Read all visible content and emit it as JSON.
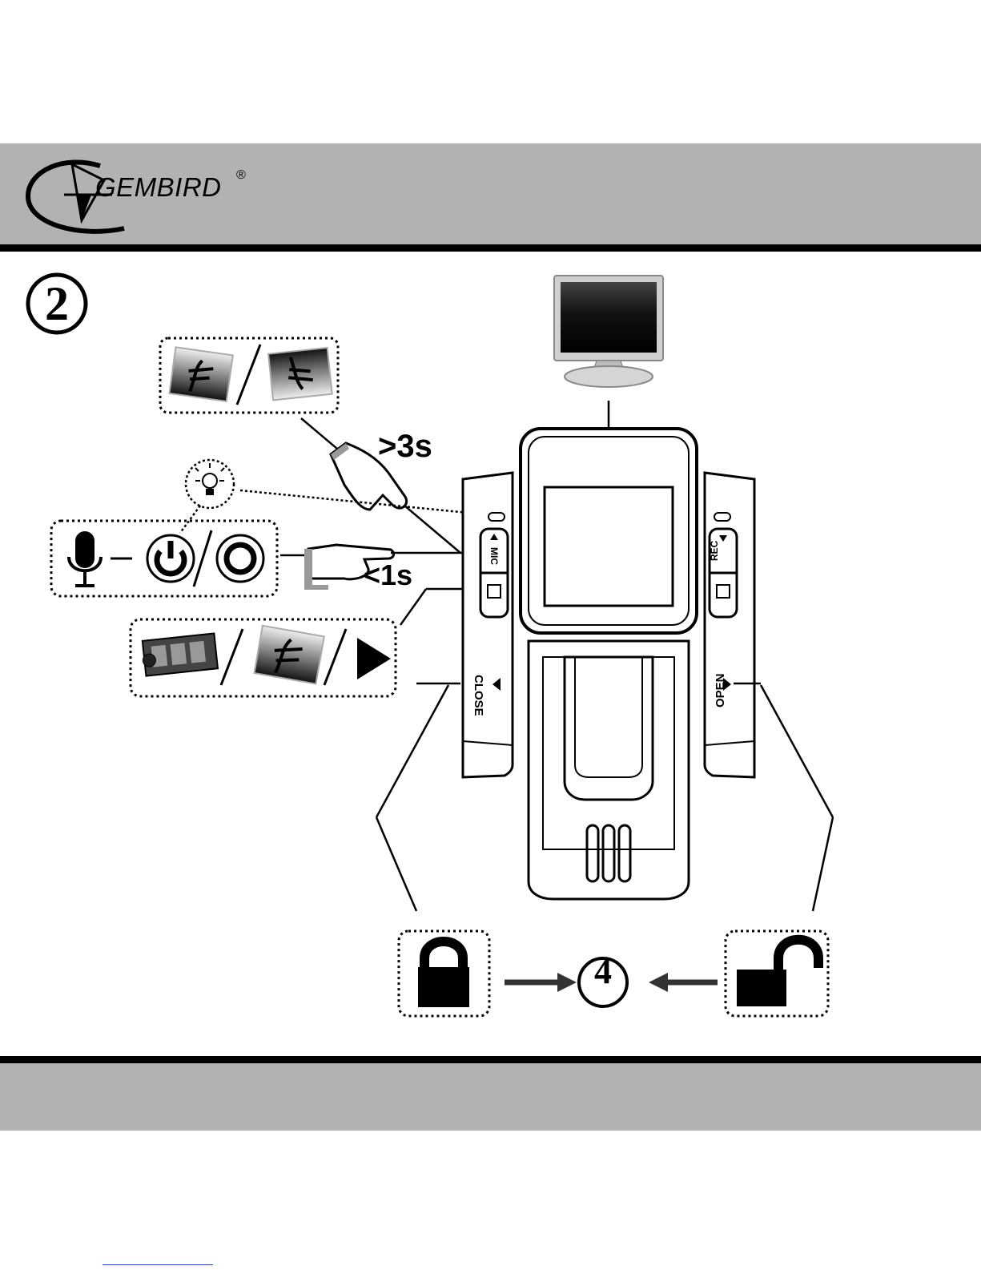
{
  "brand": {
    "name": "GEMBIRD",
    "registered": "®"
  },
  "steps": {
    "main": "2",
    "lock_result": "4"
  },
  "labels": {
    "hold_long": ">3s",
    "press_short": "<1s",
    "close": "CLOSE",
    "open": "OPEN"
  },
  "buttons": {
    "mic": "MIC",
    "rec": "REC"
  },
  "colors": {
    "band": "#b2b2b2",
    "line": "#000000",
    "link": "#2b3bd0"
  },
  "icons": [
    "rotate-photo-icon",
    "flip-photo-icon",
    "hand-pointer-icon",
    "light-bulb-icon",
    "microphone-icon",
    "power-icon",
    "record-circle-icon",
    "film-strip-icon",
    "photo-icon",
    "play-icon",
    "lock-closed-icon",
    "lock-open-icon",
    "monitor-icon",
    "arrow-right-icon",
    "arrow-left-icon"
  ]
}
